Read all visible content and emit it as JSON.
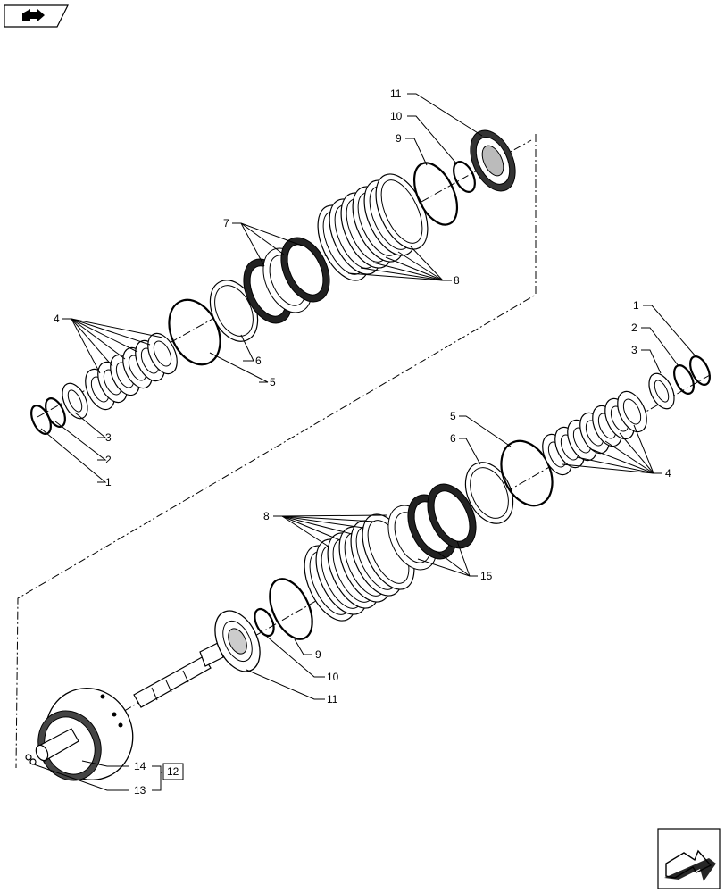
{
  "callouts": {
    "c1a": "1",
    "c2a": "2",
    "c3a": "3",
    "c4a": "4",
    "c5a": "5",
    "c6a": "6",
    "c7": "7",
    "c8a": "8",
    "c9a": "9",
    "c10a": "10",
    "c11a": "11",
    "c1b": "1",
    "c2b": "2",
    "c3b": "3",
    "c4b": "4",
    "c5b": "5",
    "c6b": "6",
    "c8b": "8",
    "c9b": "9",
    "c10b": "10",
    "c11b": "11",
    "c12": "12",
    "c13": "13",
    "c14": "14",
    "c15": "15"
  },
  "icons": {
    "top_left": "book-arrow-icon",
    "bottom_right": "next-page-arrow-icon"
  }
}
